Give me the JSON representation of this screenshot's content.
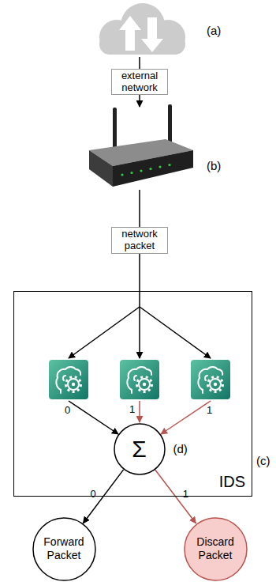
{
  "diagram": {
    "nodes": [
      {
        "text": [
          "(a)"
        ]
      },
      {
        "text": [
          "(b)"
        ]
      },
      {
        "text": [
          "IDS",
          "(c)"
        ]
      },
      {
        "text": [
          "Σ",
          "(d)"
        ],
        "in": 2
      },
      {
        "text": [
          "Forward Packet"
        ]
      },
      {
        "text": [
          "Discard Packet"
        ]
      }
    ],
    "edges": [
      {
        "from": 0,
        "to": 1,
        "arrow": "to",
        "label": "external network"
      },
      {
        "from": 1,
        "to": 2,
        "arrow": "none",
        "label": "network packet"
      },
      {
        "from": 3,
        "to": 4,
        "arrow": "to",
        "label": "0"
      },
      {
        "from": 3,
        "to": 5,
        "arrow": "to",
        "label": "1"
      }
    ],
    "labels": [
      "0",
      "1",
      "1"
    ]
  }
}
